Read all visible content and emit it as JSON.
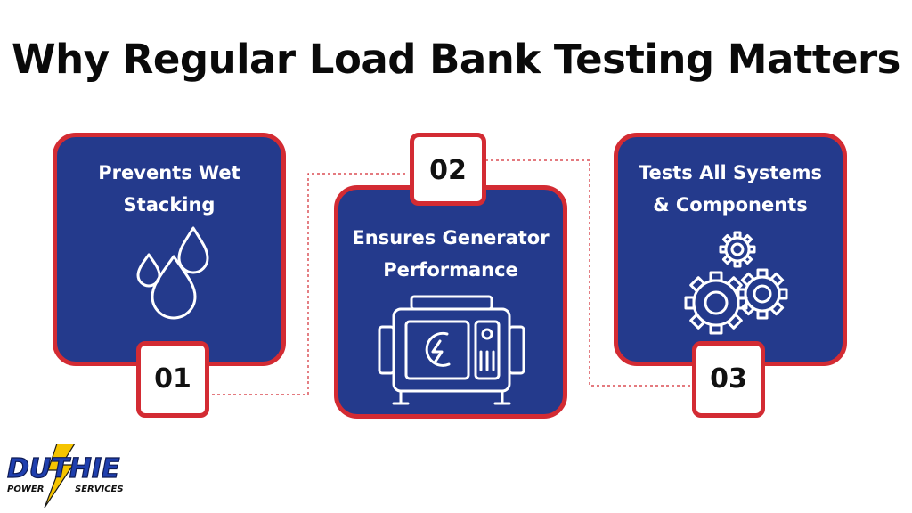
{
  "title": "Why Regular Load Bank Testing Matters",
  "colors": {
    "card_fill": "#243a8c",
    "card_border": "#d32b33",
    "connector": "#d32b33"
  },
  "cards": [
    {
      "label_line1": "Prevents Wet",
      "label_line2": "Stacking",
      "number": "01",
      "icon": "water-drops-icon"
    },
    {
      "label_line1": "Ensures Generator",
      "label_line2": "Performance",
      "number": "02",
      "icon": "generator-icon"
    },
    {
      "label_line1": "Tests All Systems",
      "label_line2": "& Components",
      "number": "03",
      "icon": "gears-icon"
    }
  ],
  "logo": {
    "brand": "DUTHIE",
    "left": "POWER",
    "right": "SERVICES"
  }
}
